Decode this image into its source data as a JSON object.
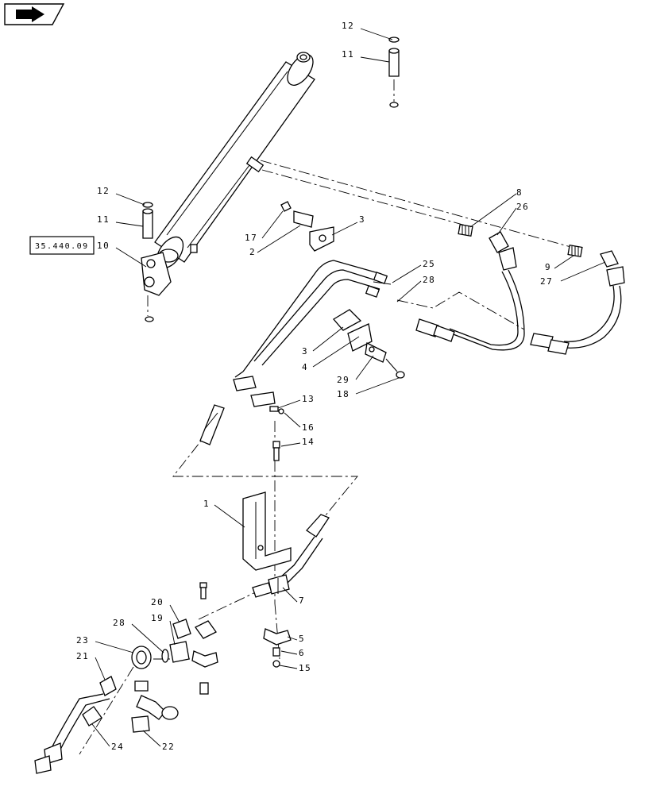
{
  "nav_icon": "forward-arrow-icon",
  "reference": "35.440.09",
  "callouts": {
    "c1": "1",
    "c2": "2",
    "c3a": "3",
    "c3b": "3",
    "c4": "4",
    "c5": "5",
    "c6": "6",
    "c7": "7",
    "c8": "8",
    "c9": "9",
    "c10": "10",
    "c11a": "11",
    "c11b": "11",
    "c12a": "12",
    "c12b": "12",
    "c13": "13",
    "c14": "14",
    "c15": "15",
    "c16": "16",
    "c17": "17",
    "c18": "18",
    "c19": "19",
    "c20": "20",
    "c21": "21",
    "c22": "22",
    "c23": "23",
    "c24": "24",
    "c25": "25",
    "c26": "26",
    "c27": "27",
    "c28a": "28",
    "c28b": "28",
    "c29": "29"
  }
}
